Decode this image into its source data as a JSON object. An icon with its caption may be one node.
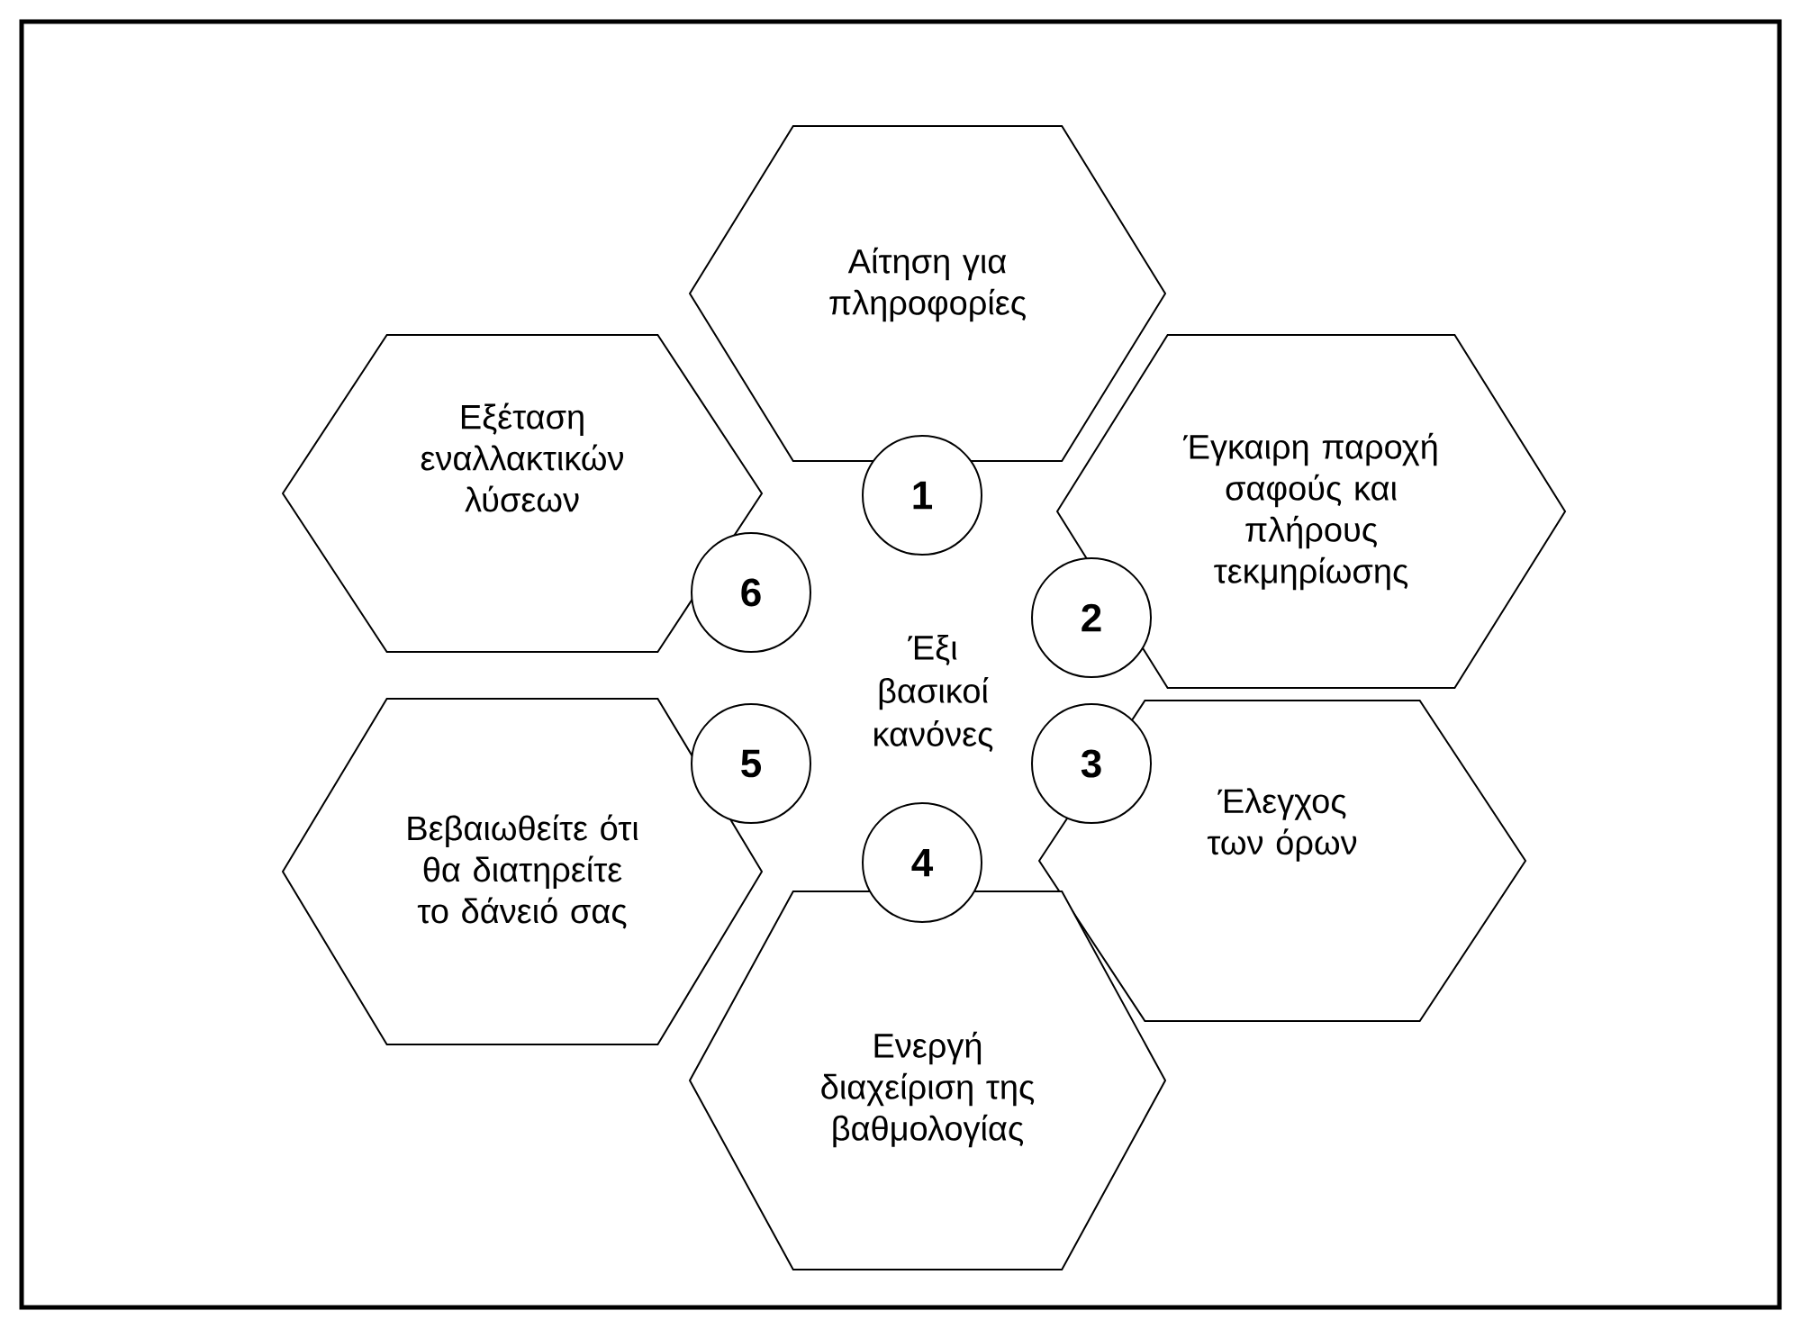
{
  "diagram": {
    "nodes": [
      {
        "text": [
          "Αίτηση για πληροφορίες"
        ]
      },
      {
        "text": [
          "1"
        ]
      },
      {
        "text": [
          "Έγκαιρη παροχή σαφούς και πλήρους τεκμηρίωσης"
        ]
      },
      {
        "text": [
          "2"
        ]
      },
      {
        "text": [
          "Έλεγχος των όρων"
        ]
      },
      {
        "text": [
          "3"
        ]
      },
      {
        "text": [
          "Ενεργή διαχείριση της βαθμολογίας"
        ]
      },
      {
        "text": [
          "4"
        ]
      },
      {
        "text": [
          "Βεβαιωθείτε ότι θα διατηρείτε το δάνειό σας"
        ]
      },
      {
        "text": [
          "5"
        ]
      },
      {
        "text": [
          "Εξέταση εναλλακτικών λύσεων"
        ]
      },
      {
        "text": [
          "6"
        ]
      }
    ],
    "labels": [
      "Έξι βασικοί κανόνες"
    ]
  }
}
